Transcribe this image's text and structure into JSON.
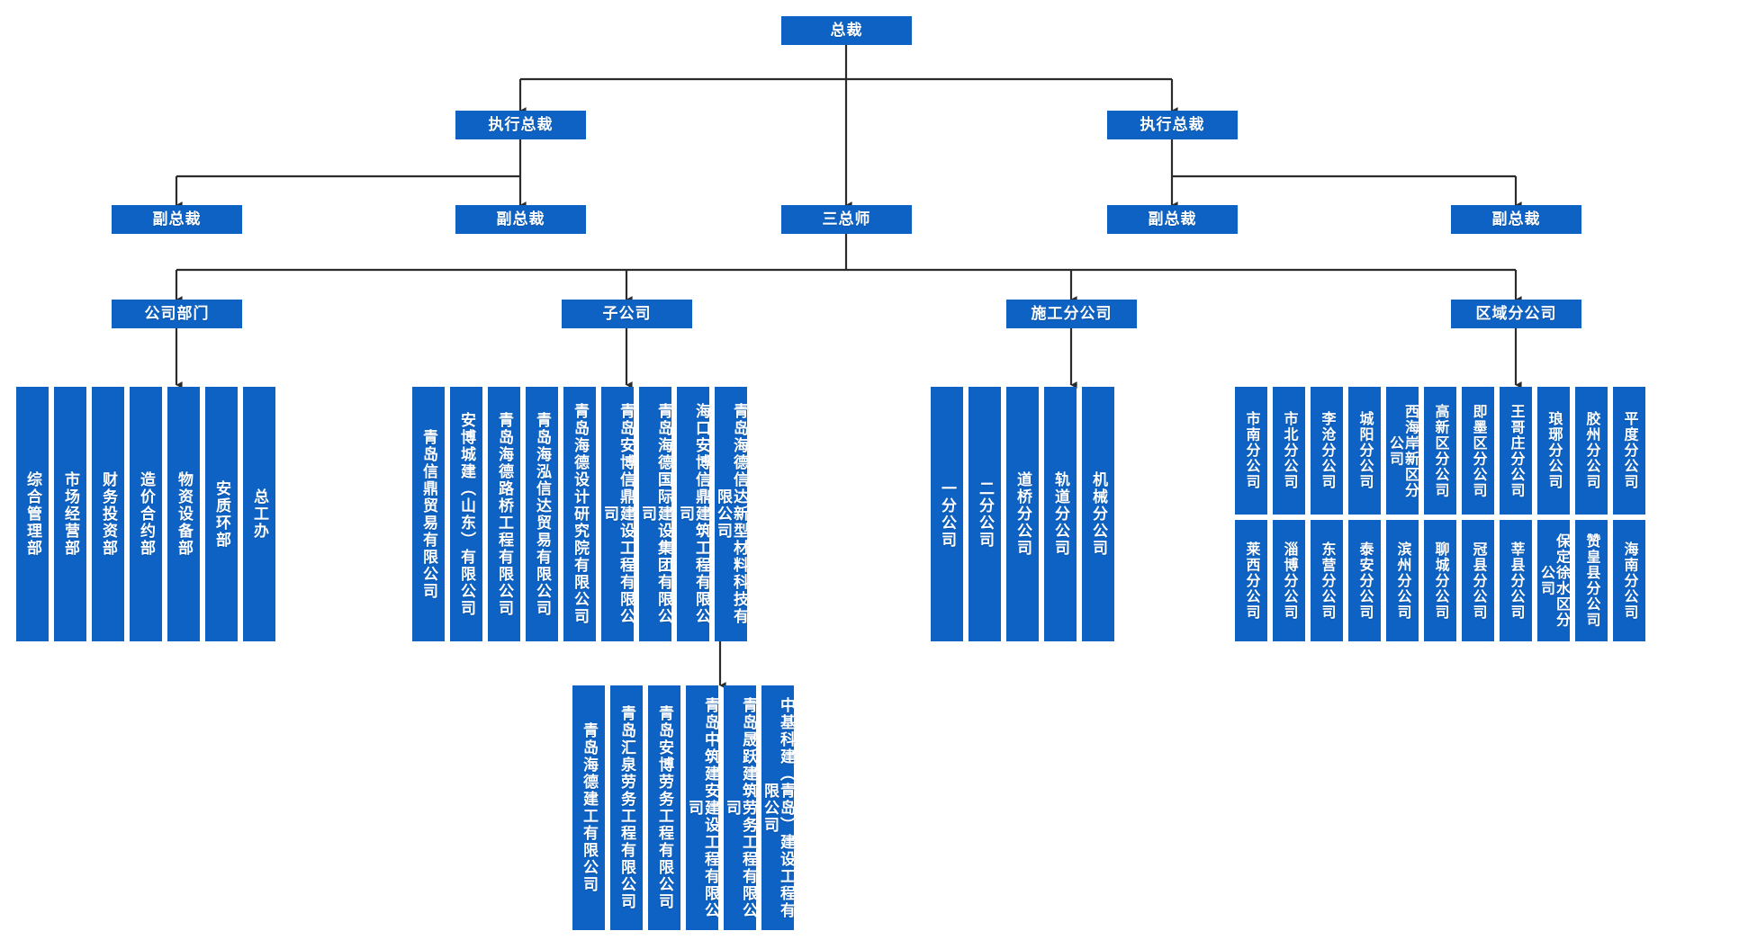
{
  "chart": {
    "type": "org-chart",
    "title": "",
    "accent_color": "#0d62c4",
    "line_color": "#2b2b2b",
    "background": "#ffffff"
  },
  "levels": {
    "l1": {
      "president": "总裁"
    },
    "l2": {
      "exec_left": "执行总裁",
      "exec_right": "执行总裁"
    },
    "l3": {
      "vp1": "副总裁",
      "vp2": "副总裁",
      "chief": "三总师",
      "vp3": "副总裁",
      "vp4": "副总裁"
    },
    "l4": {
      "departments": "公司部门",
      "subsidiaries": "子公司",
      "construction": "施工分公司",
      "regional": "区域分公司"
    }
  },
  "departments": [
    "综合管理部",
    "市场经营部",
    "财务投资部",
    "造价合约部",
    "物资设备部",
    "安质环部",
    "总工办"
  ],
  "subsidiaries_row1": [
    "青岛信鼎贸易有限公司",
    "安博城建（山东）有限公司",
    "青岛海德路桥工程有限公司",
    "青岛海泓信达贸易有限公司",
    "青岛海德设计研究院有限公司",
    "青岛安博信鼎建设工程有限公司",
    "青岛海德国际建设集团有限公司",
    "海口安博信鼎建筑工程有限公司",
    "青岛海德信达新型材料科技有限公司"
  ],
  "subsidiaries_row2": [
    "青岛海德建工有限公司",
    "青岛汇泉劳务工程有限公司",
    "青岛安博劳务工程有限公司",
    "青岛中筑建安建设工程有限公司",
    "青岛晟跃建筑劳务工程有限公司",
    "中基科建（青岛）建设工程有限公司"
  ],
  "construction_branches": [
    "一分公司",
    "二分公司",
    "道桥分公司",
    "轨道分公司",
    "机械分公司"
  ],
  "regional_row1": [
    "市南分公司",
    "市北分公司",
    "李沧分公司",
    "城阳分公司",
    "西海岸新区分公司",
    "高新区分公司",
    "即墨区分公司",
    "王哥庄分公司",
    "琅琊分公司",
    "胶州分公司",
    "平度分公司"
  ],
  "regional_row2": [
    "莱西分公司",
    "淄博分公司",
    "东营分公司",
    "泰安分公司",
    "滨州分公司",
    "聊城分公司",
    "冠县分公司",
    "莘县分公司",
    "保定徐水区分公司",
    "赞皇县分公司",
    "海南分公司"
  ]
}
